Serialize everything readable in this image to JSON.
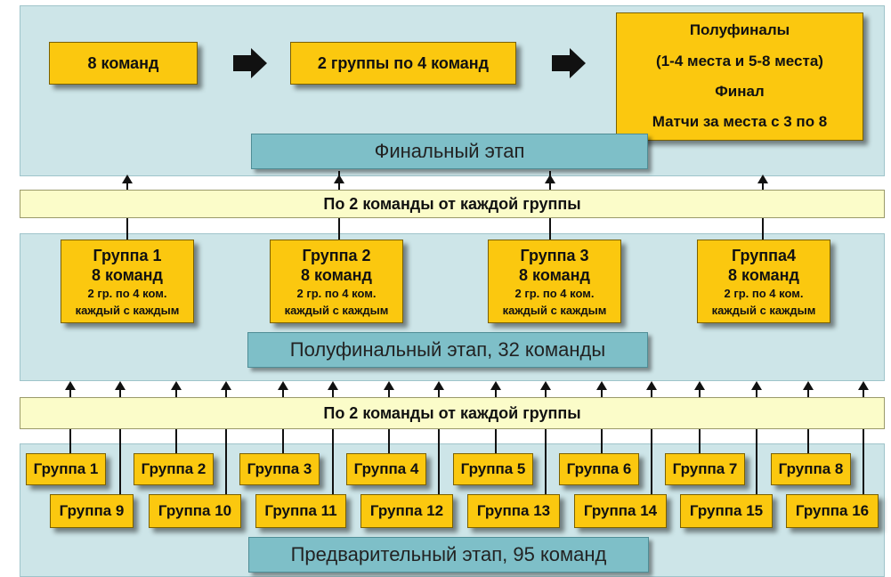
{
  "final": {
    "box1": "8 команд",
    "box2": "2 группы по 4 команд",
    "box3": [
      "Полуфиналы",
      "(1-4 места и 5-8 места)",
      "Финал",
      "Матчи за места с 3 по 8"
    ],
    "stage": "Финальный этап"
  },
  "band_top": "По 2 команды от каждой группы",
  "semifinal": {
    "groups": [
      {
        "title": "Группа 1",
        "count": "8 команд",
        "note1": "2 гр. по 4 ком.",
        "note2": "каждый с каждым"
      },
      {
        "title": "Группа 2",
        "count": "8 команд",
        "note1": "2 гр. по 4 ком.",
        "note2": "каждый с каждым"
      },
      {
        "title": "Группа 3",
        "count": "8 команд",
        "note1": "2 гр. по 4 ком.",
        "note2": "каждый с каждым"
      },
      {
        "title": "Группа4",
        "count": "8 команд",
        "note1": "2 гр. по 4 ком.",
        "note2": "каждый с каждым"
      }
    ],
    "stage": "Полуфинальный этап, 32 команды"
  },
  "band_bottom": "По 2 команды от каждой группы",
  "preliminary": {
    "top_row": [
      "Группа 1",
      "Группа 2",
      "Группа 3",
      "Группа 4",
      "Группа 5",
      "Группа 6",
      "Группа 7",
      "Группа 8"
    ],
    "bottom_row": [
      "Группа 9",
      "Группа 10",
      "Группа 11",
      "Группа 12",
      "Группа 13",
      "Группа 14",
      "Группа 15",
      "Группа 16"
    ],
    "stage": "Предварительный этап, 95 команд"
  }
}
